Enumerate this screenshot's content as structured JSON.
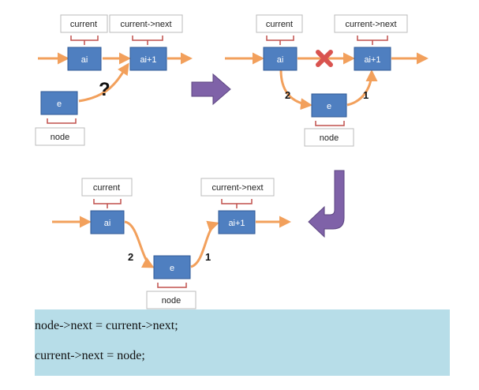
{
  "panel1": {
    "label_current": "current",
    "label_next": "current->next",
    "label_node": "node",
    "node_ai": "ai",
    "node_ai1": "ai+1",
    "node_e": "e",
    "question": "?"
  },
  "panel2": {
    "label_current": "current",
    "label_next": "current->next",
    "label_node": "node",
    "node_ai": "ai",
    "node_ai1": "ai+1",
    "node_e": "e",
    "step_1": "1",
    "step_2": "2"
  },
  "panel3": {
    "label_current": "current",
    "label_next": "current->next",
    "label_node": "node",
    "node_ai": "ai",
    "node_ai1": "ai+1",
    "node_e": "e",
    "step_1": "1",
    "step_2": "2"
  },
  "code": {
    "line1": "node->next = current->next;",
    "line2": "current->next = node;"
  },
  "colors": {
    "node_fill": "#4f7fc0",
    "node_stroke": "#2f5a96",
    "arrow": "#f2a05c",
    "bracket": "#c0504d",
    "purple_arrow": "#7f62a8",
    "cross": "#d9534f",
    "code_bg": "#b7dde8"
  }
}
